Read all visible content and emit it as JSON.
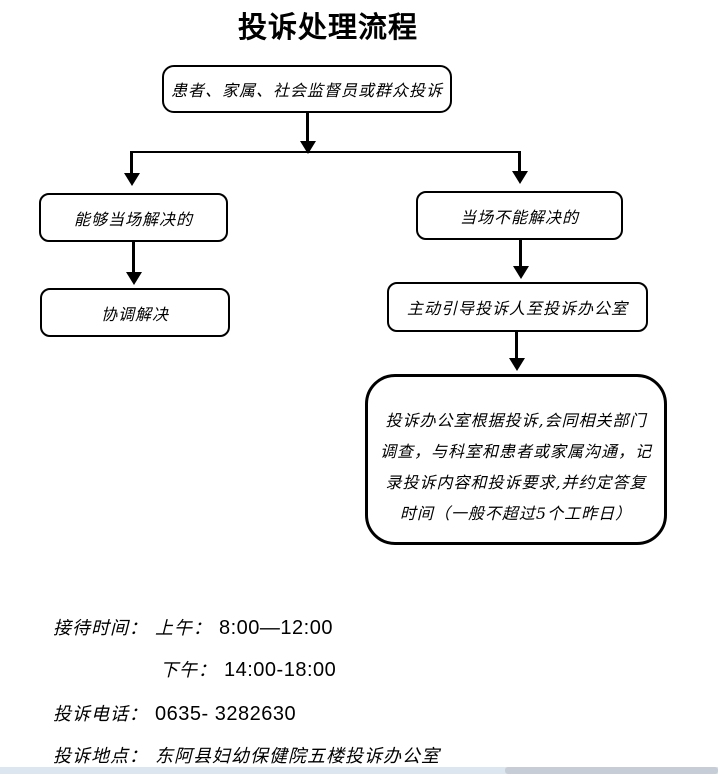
{
  "page": {
    "title": "投诉处理流程"
  },
  "flowchart": {
    "nodes": {
      "source": {
        "label": "患者、家属、社会监督员或群众投诉"
      },
      "resolvable": {
        "label": "能够当场解决的"
      },
      "not_resolvable": {
        "label": "当场不能解决的"
      },
      "coordinate": {
        "label": "协调解决"
      },
      "guide": {
        "label": "主动引导投诉人至投诉办公室"
      },
      "office_process": {
        "label": "投诉办公室根据投诉,会同相关部门\n调查，与科室和患者或家属沟通，记\n录投诉内容和投诉要求,并约定答复\n时间（一般不超过5个工昨日）"
      }
    }
  },
  "footer": {
    "reception_label": "接待时间：",
    "morning_label": "上午：",
    "morning_time": "8:00—12:00",
    "afternoon_label": "下午：",
    "afternoon_time": "14:00-18:00",
    "phone_label": "投诉电话：",
    "phone_number": "0635- 3282630",
    "address_label": "投诉地点：",
    "address_value": "东阿县妇幼保健院五楼投诉办公室"
  },
  "colors": {
    "line": "#000000",
    "background": "#ffffff",
    "scrollbar_track": "#dce6f1",
    "scrollbar_thumb": "#c7cdd6"
  }
}
